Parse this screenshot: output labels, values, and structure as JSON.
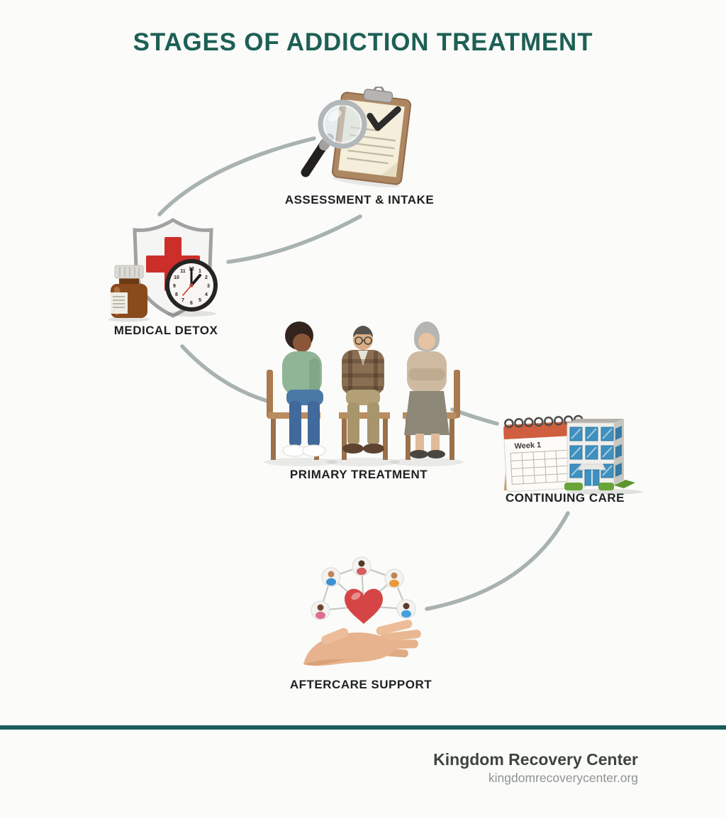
{
  "title": "STAGES OF ADDICTION TREATMENT",
  "stages": [
    {
      "id": "assessment-intake",
      "label": "ASSESSMENT & INTAKE",
      "icon": "magnifier-clipboard-icon"
    },
    {
      "id": "medical-detox",
      "label": "MEDICAL DETOX",
      "icon": "shield-cross-pills-clock-icon"
    },
    {
      "id": "primary-treatment",
      "label": "PRIMARY TREATMENT",
      "icon": "group-therapy-icon"
    },
    {
      "id": "continuing-care",
      "label": "CONTINUING CARE",
      "icon": "calendar-building-icon",
      "calendar_text": "Week 1"
    },
    {
      "id": "aftercare-support",
      "label": "AFTERCARE SUPPORT",
      "icon": "hand-heart-network-icon"
    }
  ],
  "footer": {
    "brand": "Kingdom Recovery Center",
    "website": "kingdomrecoverycenter.org"
  },
  "colors": {
    "title_text": "#1d5f55",
    "divider": "#175d59",
    "connector": "#a8b2b0",
    "label_text": "#1d2120",
    "brand_text": "#3e4541",
    "website_text": "#8e9492",
    "background": "#fbfbf9",
    "cross_red": "#cc2f2a",
    "heart_red": "#d64545",
    "calendar_header": "#cf5f3e"
  }
}
